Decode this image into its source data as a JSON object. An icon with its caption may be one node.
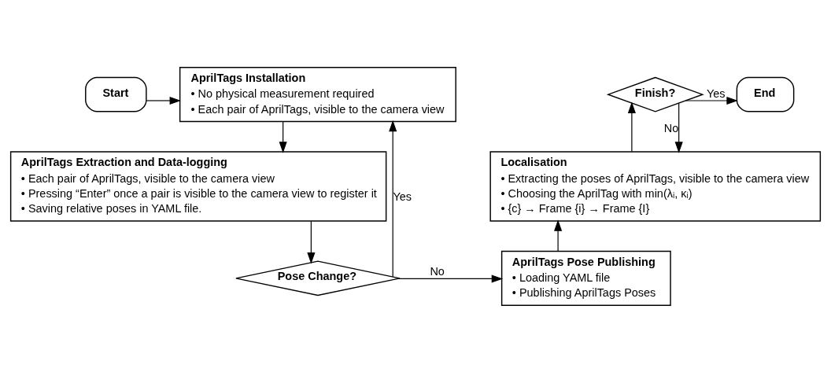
{
  "diagram": {
    "nodes": [
      {
        "text": [
          "Start"
        ]
      },
      {
        "text": [
          "AprilTags Installation",
          "• No physical measurement required",
          "• Each pair of AprilTags, visible to the camera view"
        ]
      },
      {
        "text": [
          "AprilTags Extraction and Data-logging",
          "• Each pair of AprilTags, visible to the camera view",
          "• Pressing “Enter” once a pair is visible to the camera view to register it",
          "• Saving relative poses in YAML file."
        ]
      },
      {
        "text": [
          "Pose Change?"
        ]
      },
      {
        "text": [
          "AprilTags Pose Publishing",
          "• Loading YAML file",
          "• Publishing AprilTags Poses"
        ]
      },
      {
        "text": [
          "Localisation",
          "• Extracting the poses of AprilTags, visible to the camera view",
          "• Choosing the AprilTag with min(λᵢ, κᵢ)",
          "• {c} → Frame {i} → Frame {I}"
        ]
      },
      {
        "text": [
          "Finish?"
        ]
      },
      {
        "text": [
          "End"
        ]
      }
    ],
    "edges": [
      {
        "from": 0,
        "to": 1,
        "arrow": "to"
      },
      {
        "from": 1,
        "to": 2,
        "arrow": "to"
      },
      {
        "from": 2,
        "to": 3,
        "arrow": "to"
      },
      {
        "from": 3,
        "to": 1,
        "arrow": "to",
        "label": "Yes"
      },
      {
        "from": 3,
        "to": 4,
        "arrow": "to",
        "label": "No"
      },
      {
        "from": 4,
        "to": 5,
        "arrow": "to"
      },
      {
        "from": 5,
        "to": 6,
        "arrow": "to"
      },
      {
        "from": 6,
        "to": 5,
        "arrow": "to",
        "label": "No"
      },
      {
        "from": 6,
        "to": 7,
        "arrow": "to",
        "label": "Yes"
      }
    ]
  }
}
